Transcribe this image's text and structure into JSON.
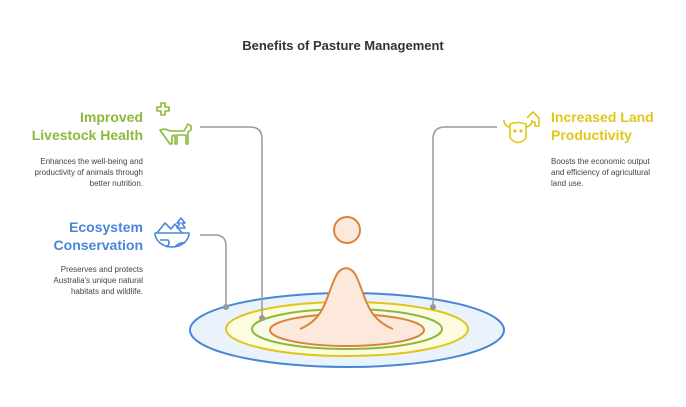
{
  "title": "Benefits of Pasture Management",
  "items": [
    {
      "heading_1": "Improved",
      "heading_2": "Livestock Health",
      "desc_1": "Enhances the well-being and",
      "desc_2": "productivity of animals through",
      "desc_3": "better nutrition.",
      "color": "#8db83a",
      "icon": "livestock-health-icon"
    },
    {
      "heading_1": "Ecosystem",
      "heading_2": "Conservation",
      "desc_1": "Preserves and protects",
      "desc_2": "Australia's unique natural",
      "desc_3": "habitats and wildlife.",
      "color": "#4a86d8",
      "icon": "ecosystem-globe-icon"
    },
    {
      "heading_1": "Increased Land",
      "heading_2": "Productivity",
      "desc_1": "Boosts the economic output",
      "desc_2": "and efficiency of agricultural",
      "desc_3": "land use.",
      "color": "#e0c61a",
      "icon": "cow-farm-icon"
    }
  ]
}
